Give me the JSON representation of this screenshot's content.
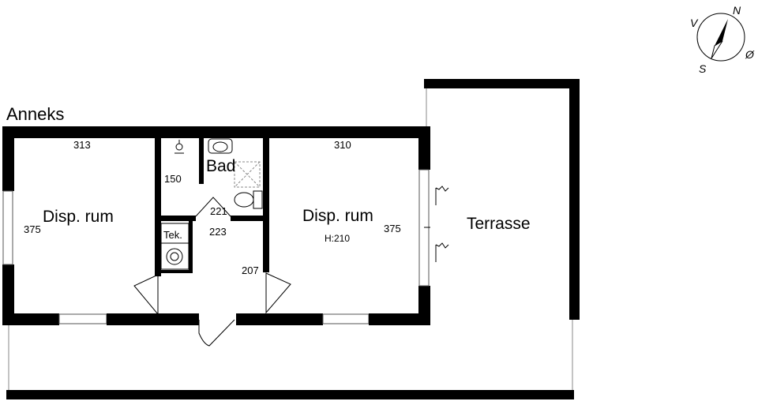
{
  "building_label": "Anneks",
  "rooms": {
    "left_room": "Disp. rum",
    "right_room": "Disp. rum",
    "bathroom": "Bad",
    "technical": "Tek.",
    "terrace": "Terrasse"
  },
  "dimensions": {
    "left_width": "313",
    "left_depth": "375",
    "bath_width": "150",
    "hall_a": "221",
    "hall_b": "223",
    "hall_c": "207",
    "right_width": "310",
    "right_depth": "375",
    "right_height": "H:210"
  },
  "compass": {
    "north": "N",
    "south": "S",
    "east": "Ø",
    "west": "V"
  }
}
